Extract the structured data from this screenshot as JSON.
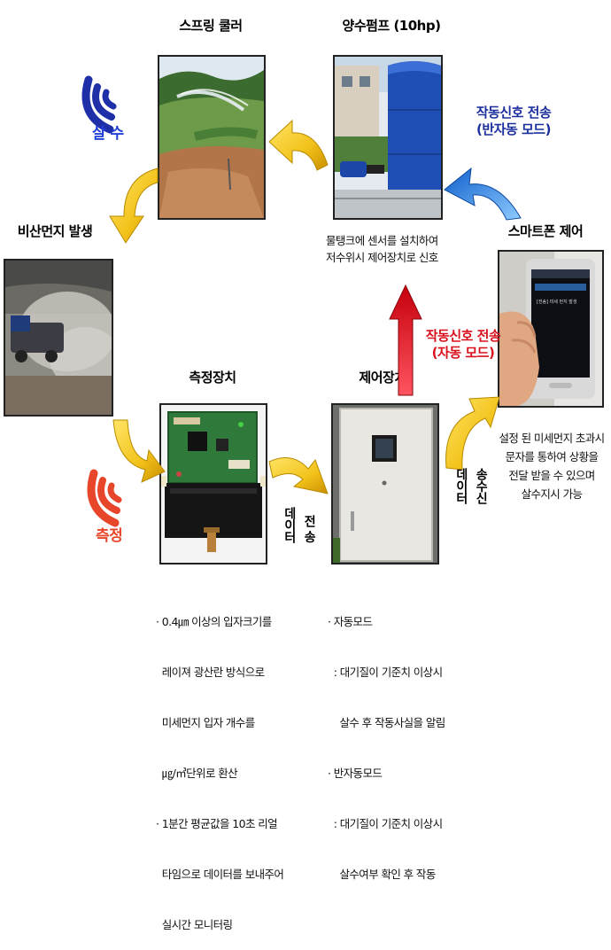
{
  "nodes": {
    "spring_cooler": {
      "title": "스프링 쿨러"
    },
    "pump": {
      "title": "양수펌프 (10hp)",
      "caption": [
        "물탱크에 센서를 설치하여",
        "저수위시 제어장치로 신호"
      ]
    },
    "smartphone": {
      "title": "스마트폰 제어",
      "screen_text": "[전송] 미세 먼지 발생",
      "caption": [
        "설정 된 미세먼지 초과시",
        "문자를 통하여 상황을",
        "전달 받을 수 있으며",
        "살수지시 가능"
      ]
    },
    "dust": {
      "title": "비산먼지 발생"
    },
    "sensor": {
      "title": "측정장치",
      "caption": [
        "· 0.4㎛ 이상의 입자크기를",
        "  레이져 광산란 방식으로",
        "  미세먼지 입자 개수를",
        "  ㎍/㎥단위로 환산",
        "· 1분간 평균값을 10초 리얼",
        "  타임으로 데이터를 보내주어",
        "  실시간 모니터링"
      ]
    },
    "controller": {
      "title": "제어장치",
      "caption": [
        "· 자동모드",
        "  : 대기질이 기준치 이상시",
        "    살수 후 작동사실을 알림",
        "· 반자동모드",
        "  : 대기질이 기준치 이상시",
        "    살수여부 확인 후 작동"
      ]
    }
  },
  "labels": {
    "spray": "살 수",
    "measure": "측정",
    "auto_signal": [
      "작동신호 전송",
      "(자동 모드)"
    ],
    "semi_auto_signal": [
      "작동신호 전송",
      "(반자동 모드)"
    ],
    "data_send": [
      "데이터",
      "전 송"
    ],
    "data_txrx": [
      "데이터",
      "송수신"
    ]
  },
  "colors": {
    "yellow_arrow": "#f2c21a",
    "red_arrow": "#e0101a",
    "blue_arrow": "#1f6fd8",
    "spray_blue": "#1e2fa8",
    "measure_red": "#e8462a"
  },
  "icons": {
    "spray": "wifi-wave-icon",
    "measure": "wifi-wave-icon"
  }
}
